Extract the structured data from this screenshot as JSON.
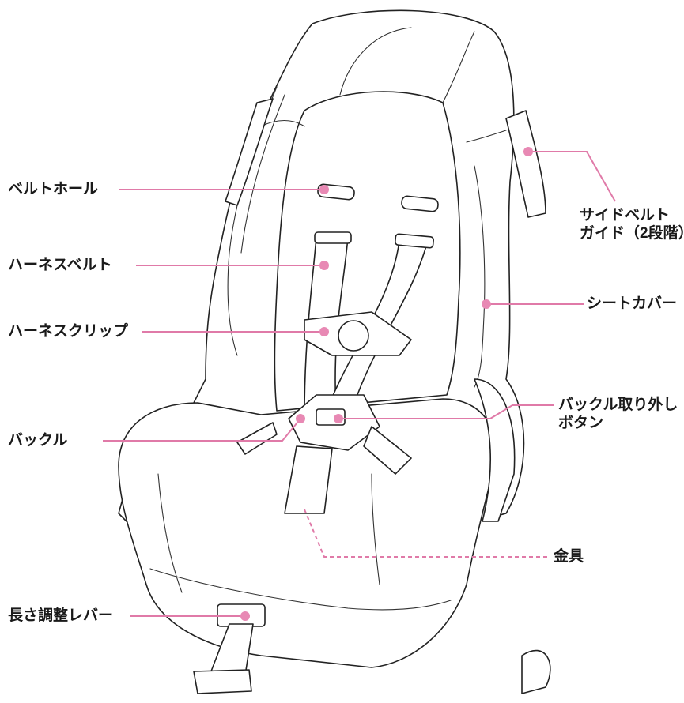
{
  "labels": {
    "belt_hole": "ベルトホール",
    "harness_belt": "ハーネスベルト",
    "harness_clip": "ハーネスクリップ",
    "buckle": "バックル",
    "length_lever": "長さ調整レバー",
    "side_belt_guide_line1": "サイドベルト",
    "side_belt_guide_line2": "ガイド（2段階）",
    "seat_cover": "シートカバー",
    "buckle_release_line1": "バックル取り外し",
    "buckle_release_line2": "ボタン",
    "fitting": "金具"
  },
  "colors": {
    "leader_line": "#e07aa8",
    "marker_dot": "#e889b4",
    "drawing_stroke": "#222222"
  }
}
